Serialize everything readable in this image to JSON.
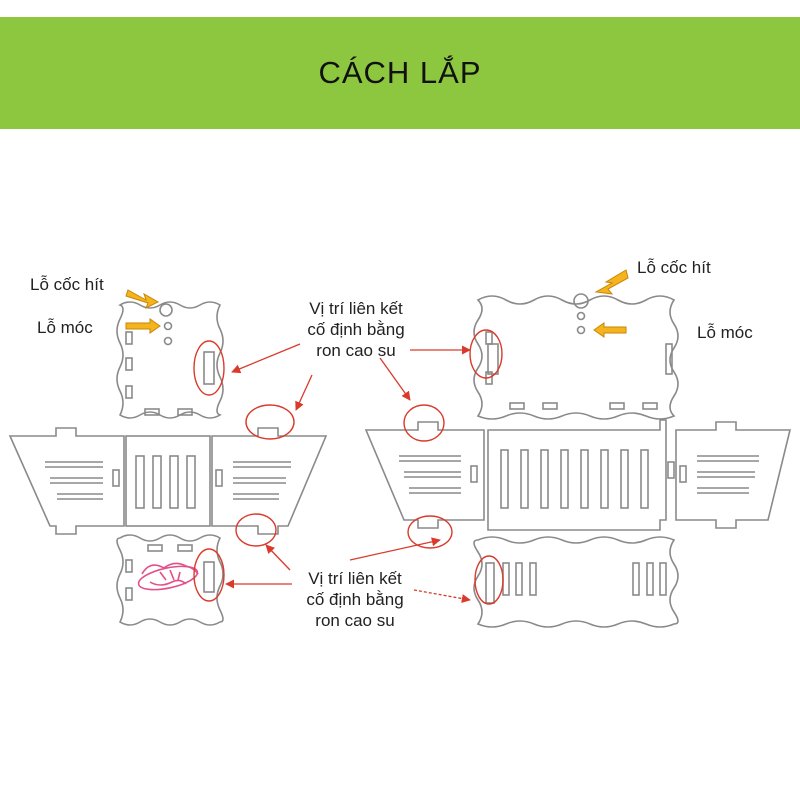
{
  "banner": {
    "title": "CÁCH LẮP"
  },
  "labels": {
    "left_suction_hole": "Lỗ cốc hít",
    "left_hook_hole": "Lỗ móc",
    "top_join": [
      "Vị trí liên kết",
      "cố định bằng",
      "ron cao su"
    ],
    "right_suction_hole": "Lỗ cốc hít",
    "right_hook_hole": "Lỗ móc",
    "bottom_join": [
      "Vị trí liên kết",
      "cố định bằng",
      "ron cao su"
    ]
  },
  "colors": {
    "banner": "#8dc63f",
    "outline": "#8a8a8a",
    "arrow_red": "#d93a2b",
    "arrow_yellow": "#f5b41c",
    "stamp_pink": "#e2508a"
  }
}
